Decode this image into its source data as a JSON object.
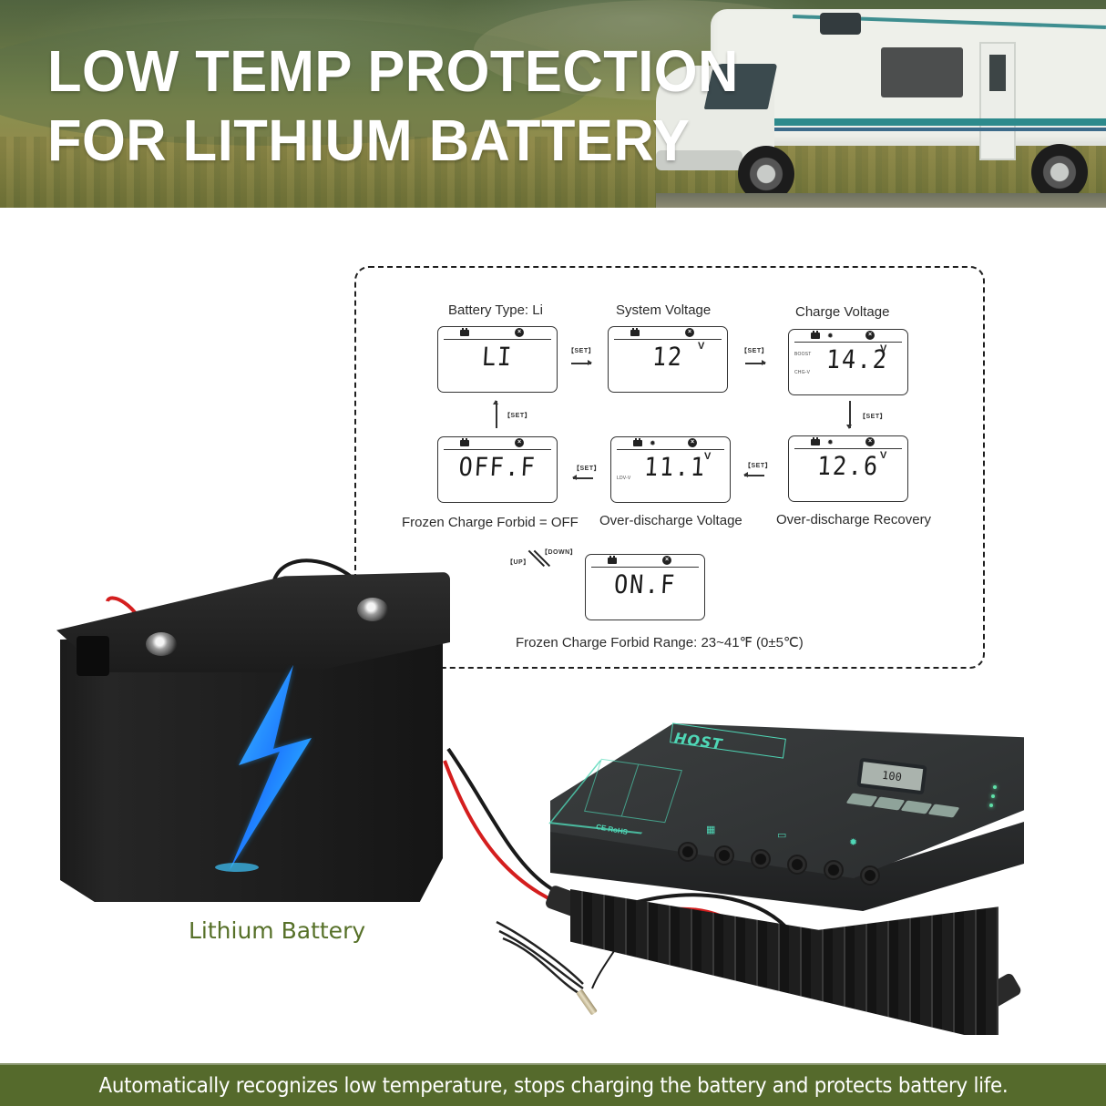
{
  "hero": {
    "title_line1": "LOW TEMP PROTECTION",
    "title_line2": "FOR LITHIUM BATTERY",
    "background": "RV on grassland"
  },
  "diagram": {
    "set_key_label": "【SET】",
    "up_label": "【UP】",
    "down_label": "【DOWN】",
    "steps": [
      {
        "id": "battery-type",
        "label": "Battery Type: Li",
        "lcd_value": "LI",
        "unit": "",
        "tags": [],
        "icons": [
          "battery-icon",
          "fault-icon"
        ]
      },
      {
        "id": "system-voltage",
        "label": "System Voltage",
        "lcd_value": "12",
        "unit": "V",
        "tags": [],
        "icons": [
          "battery-icon",
          "fault-icon"
        ]
      },
      {
        "id": "charge-voltage",
        "label": "Charge Voltage",
        "lcd_value": "14.2",
        "unit": "V",
        "tags": [
          "BOOST",
          "CHG-V"
        ],
        "icons": [
          "battery-icon",
          "sun-icon",
          "fault-icon"
        ]
      },
      {
        "id": "over-discharge-recovery",
        "label": "Over-discharge Recovery",
        "lcd_value": "12.6",
        "unit": "V",
        "tags": [],
        "icons": [
          "battery-icon",
          "sun-icon",
          "fault-icon"
        ]
      },
      {
        "id": "over-discharge-voltage",
        "label": "Over-discharge Voltage",
        "lcd_value": "11.1",
        "unit": "V",
        "tags": [
          "LDV-V"
        ],
        "icons": [
          "battery-icon",
          "sun-icon",
          "fault-icon"
        ]
      },
      {
        "id": "frozen-charge-forbid",
        "label": "Frozen Charge Forbid = OFF",
        "lcd_value": "OFF.F",
        "unit": "",
        "tags": [],
        "icons": [
          "battery-icon",
          "fault-icon"
        ]
      },
      {
        "id": "frozen-charge-range",
        "label": "Frozen Charge Forbid Range: 23~41℉ (0±5℃)",
        "lcd_value": "ON.F",
        "unit": "",
        "tags": [],
        "icons": [
          "battery-icon",
          "fault-icon"
        ]
      }
    ]
  },
  "battery": {
    "caption": "Lithium Battery",
    "caption_color": "#567028",
    "bolt_color": "#1e7bff"
  },
  "controller": {
    "brand": "HOST",
    "lcd_reading": "100",
    "certification": "CE RoHS",
    "accent_color": "#4fd7b6"
  },
  "footer": {
    "tagline": "Automatically recognizes low temperature, stops charging the battery and protects battery life.",
    "background": "#556a2c"
  }
}
